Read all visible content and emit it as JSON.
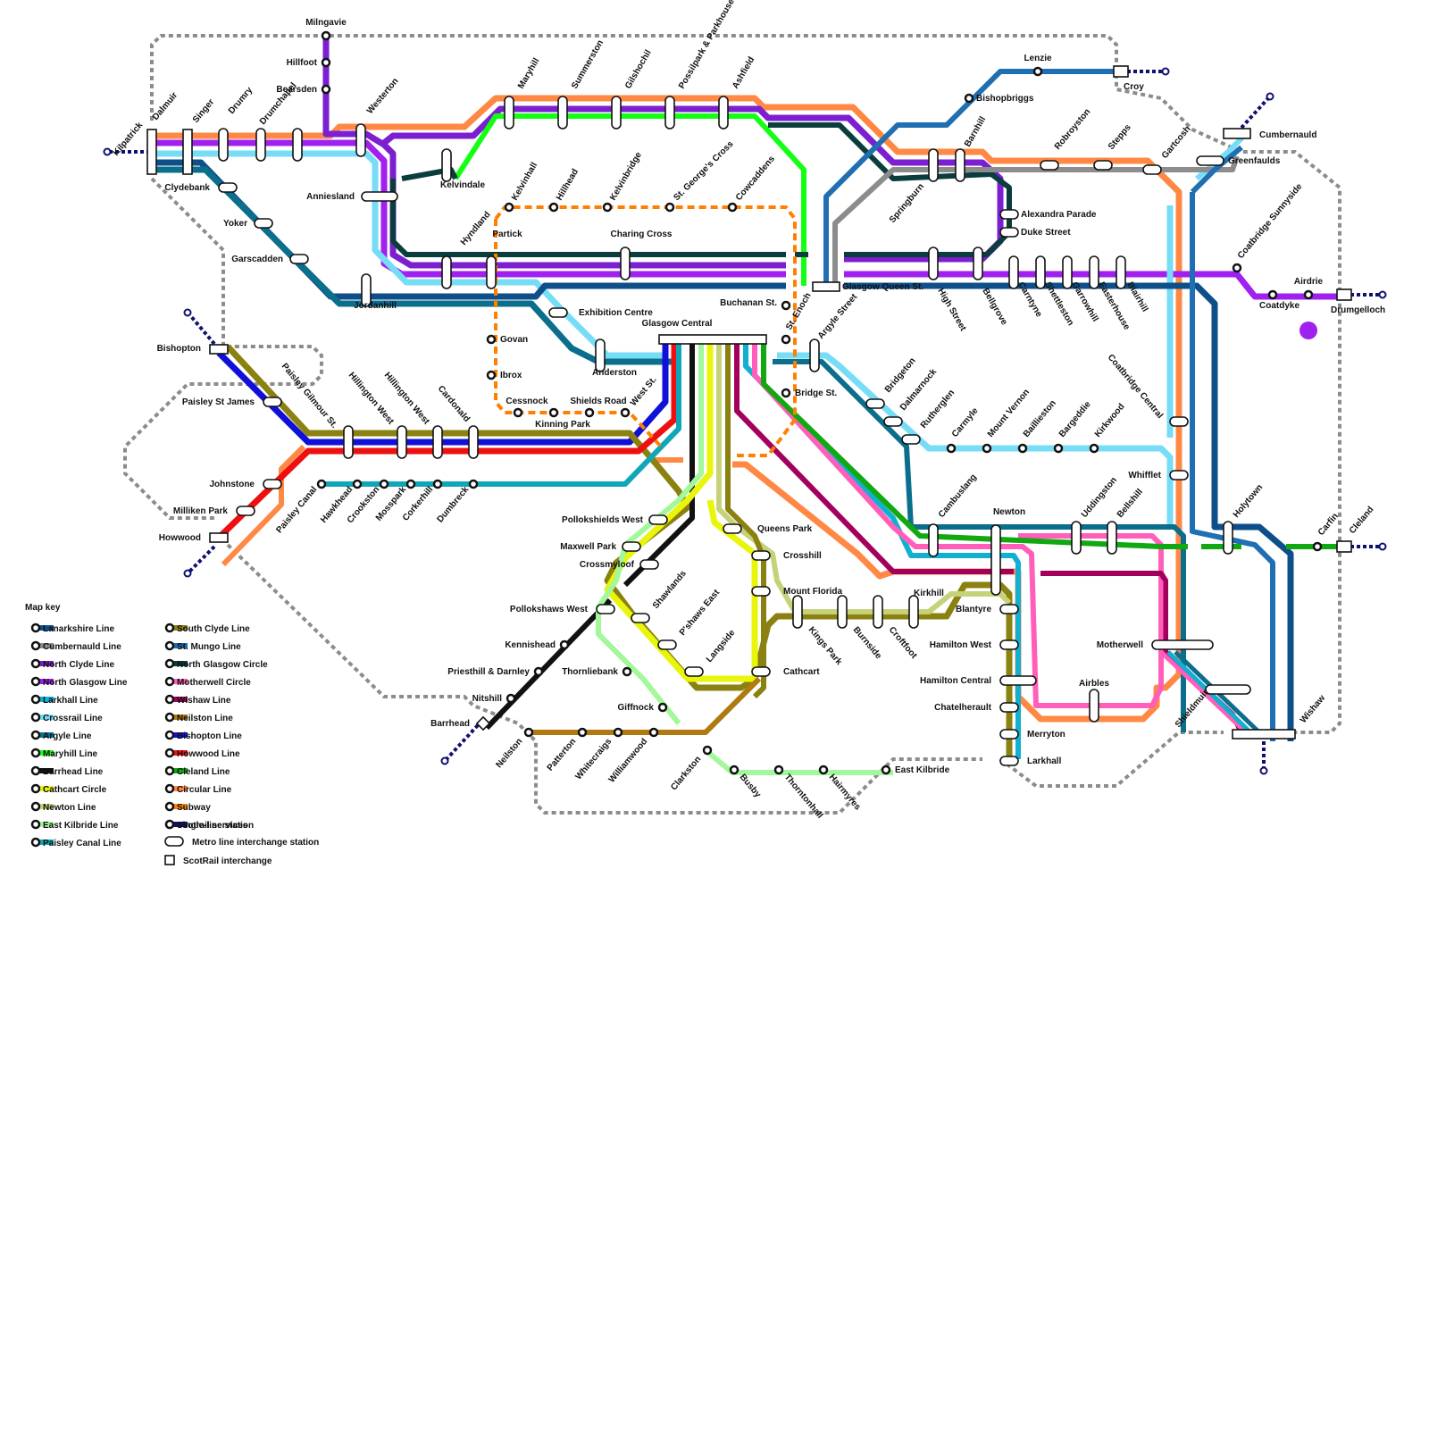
{
  "lines": [
    {
      "name": "Lanarkshire Line",
      "color": "#0e4f8a"
    },
    {
      "name": "Cumbernauld Line",
      "color": "#8c8c8c"
    },
    {
      "name": "North Clyde Line",
      "color": "#7b1fd1"
    },
    {
      "name": "North Glasgow Line",
      "color": "#a020f0"
    },
    {
      "name": "Larkhall Line",
      "color": "#12b0d0"
    },
    {
      "name": "Crossrail Line",
      "color": "#77ddf7"
    },
    {
      "name": "Argyle Line",
      "color": "#0b6e8c"
    },
    {
      "name": "Maryhill Line",
      "color": "#14ff14"
    },
    {
      "name": "Barrhead Line",
      "color": "#111111"
    },
    {
      "name": "Cathcart Circle",
      "color": "#e9f50a"
    },
    {
      "name": "Newton Line",
      "color": "#c6d27a"
    },
    {
      "name": "East Kilbride Line",
      "color": "#a2f89a"
    },
    {
      "name": "Paisley Canal Line",
      "color": "#0fa7b8"
    },
    {
      "name": "South Clyde Line",
      "color": "#8a8110"
    },
    {
      "name": "St. Mungo Line",
      "color": "#1f6fb3"
    },
    {
      "name": "North Glasgow Circle",
      "color": "#0b3d3d"
    },
    {
      "name": "Motherwell Circle",
      "color": "#ff5fba"
    },
    {
      "name": "Wishaw Line",
      "color": "#a3005d"
    },
    {
      "name": "Neilston Line",
      "color": "#b07a10"
    },
    {
      "name": "Bishopton Line",
      "color": "#1010d8"
    },
    {
      "name": "Howwood Line",
      "color": "#ee1010"
    },
    {
      "name": "Cleland Line",
      "color": "#11a811"
    },
    {
      "name": "Circular Line",
      "color": "#ff8844"
    },
    {
      "name": "Subway",
      "color": "#ff7f00"
    },
    {
      "name": "Scotrail services",
      "color": "#101070"
    }
  ],
  "key": {
    "title": "Map key",
    "single_line_station": "Single-line station",
    "interchange_station": "Metro line interchange station",
    "scotrail_interchange": "ScotRail interchange"
  },
  "stations": [
    "Milngavie",
    "Hillfoot",
    "Bearsden",
    "Kilpatrick",
    "Dalmuir",
    "Singer",
    "Drumry",
    "Drumchapel",
    "Westerton",
    "Maryhill",
    "Summerston",
    "Gilshochil",
    "Possilpark & Parkhouse",
    "Ashfield",
    "Lenzie",
    "Croy",
    "Bishopbriggs",
    "Cumbernauld",
    "Greenfaulds",
    "Gartcosh",
    "Stepps",
    "Robroyston",
    "Barnhill",
    "Springburn",
    "Alexandra Parade",
    "Duke Street",
    "Clydebank",
    "Yoker",
    "Garscadden",
    "Anniesland",
    "Kelvindale",
    "Jordanhill",
    "Hyndland",
    "Partick",
    "Kelvinhall",
    "Hillhead",
    "Kelvinbridge",
    "St. George's Cross",
    "Cowcaddens",
    "Charing Cross",
    "Buchanan St.",
    "Glasgow Queen St.",
    "High Street",
    "Bellgrove",
    "Carntyne",
    "Shettleston",
    "Garrowhill",
    "Easterhouse",
    "Blairhill",
    "Coatbridge Sunnyside",
    "Coatdyke",
    "Airdrie",
    "Drumgelloch",
    "Exhibition Centre",
    "Anderston",
    "Glasgow Central",
    "St. Enoch",
    "Argyle Street",
    "Bridge St.",
    "Govan",
    "Ibrox",
    "Cessnock",
    "Kinning Park",
    "Shields Road",
    "West St.",
    "Bishopton",
    "Paisley St James",
    "Paisley Gilmour St.",
    "Hillington West",
    "Hillington West",
    "Cardonald",
    "Johnstone",
    "Milliken Park",
    "Howwood",
    "Paisley Canal",
    "Hawkhead",
    "Crookston",
    "Mosspark",
    "Corkerhill",
    "Dumbreck",
    "Bridgeton",
    "Dalmarnock",
    "Rutherglen",
    "Carmyle",
    "Mount Vernon",
    "Baillieston",
    "Bargeddie",
    "Kirkwood",
    "Coatbridge Central",
    "Whifflet",
    "Cambuslang",
    "Newton",
    "Uddingston",
    "Bellshill",
    "Holytown",
    "Carfin",
    "Cleland",
    "Pollokshields West",
    "Maxwell Park",
    "Crossmyloof",
    "Queens Park",
    "Crosshill",
    "Mount Florida",
    "Kings Park",
    "Burnside",
    "Croftfoot",
    "Kirkhill",
    "Blantyre",
    "Hamilton West",
    "Hamilton Central",
    "Chatelherault",
    "Merryton",
    "Larkhall",
    "Motherwell",
    "Airbles",
    "Shieldmuir",
    "Wishaw",
    "Pollokshaws West",
    "Shawlands",
    "P'shaws East",
    "Langside",
    "Cathcart",
    "Kennishead",
    "Priesthill & Darnley",
    "Thornliebank",
    "Giffnock",
    "Nitshill",
    "Barrhead",
    "Neilston",
    "Patterton",
    "Whitecraigs",
    "Williamwood",
    "Clarkston",
    "Busby",
    "Thorntonhall",
    "Hairmyres",
    "East Kilbride"
  ]
}
